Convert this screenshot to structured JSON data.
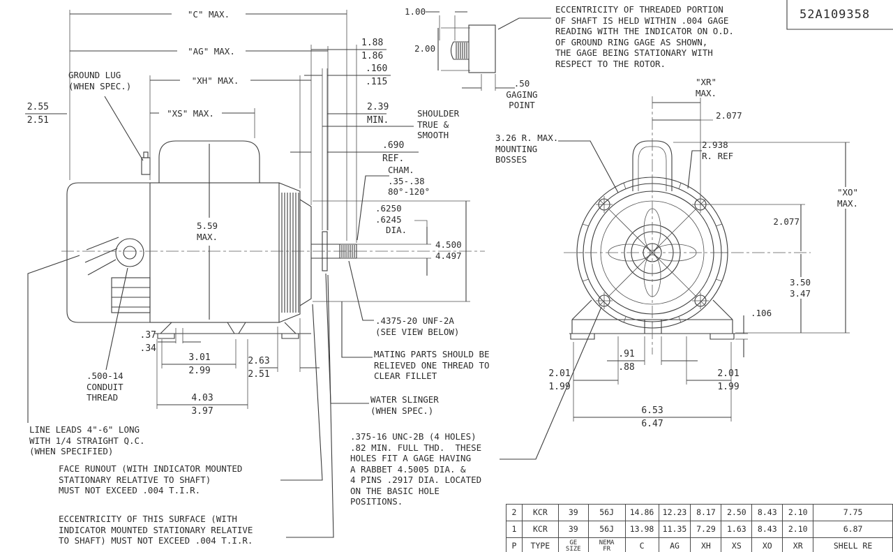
{
  "title_block": {
    "doc_number": "52A109358"
  },
  "labels": {
    "c_max": "\"C\" MAX.",
    "ag_max": "\"AG\" MAX.",
    "xh_max": "\"XH\" MAX.",
    "xs_max": "\"XS\" MAX.",
    "ground_lug": "GROUND LUG\n(WHEN SPEC.)",
    "dim_2_55": "2.55\n2.51",
    "dim_5_59": "5.59\nMAX.",
    "dim_1_88": "1.88\n1.86",
    "dim_160": ".160\n.115",
    "dim_2_39": "2.39\nMIN.",
    "shoulder": "SHOULDER\nTRUE &\nSMOOTH",
    "ref_690": ".690\nREF.",
    "cham": "CHAM.\n.35-.38\n80°-120°",
    "dia_6250": ".6250\n.6245\n  DIA.",
    "dim_4500": "4.500\n4.497",
    "unf_2a": ".4375-20 UNF-2A\n(SEE VIEW BELOW)",
    "mating": "MATING PARTS SHOULD BE\nRELIEVED ONE THREAD TO\nCLEAR FILLET",
    "water_slinger": "WATER SLINGER\n(WHEN SPEC.)",
    "dim_37": ".37\n.34",
    "dim_301": "3.01\n2.99",
    "dim_263": "2.63\n2.51",
    "conduit": ".500-14\nCONDUIT\nTHREAD",
    "dim_403": "4.03\n3.97",
    "line_leads": "LINE LEADS 4\"-6\" LONG\nWITH 1/4 STRAIGHT Q.C.\n(WHEN SPECIFIED)",
    "face_runout": "FACE RU­NOUT (WITH INDICATOR MOUNTED\nSTATIONARY RELATIVE TO SHAFT)\nMUST NOT EXCEED .004 T.I.R.",
    "ecc_surface": "ECCENTRICITY OF THIS SURFACE (WITH\nINDICATOR MOUNTED STATIONARY RELATIVE\nTO SHAFT) MUST NOT EXCEED .004 T.I.R.",
    "holes_note": ".375-16 UNC-2B (4 HOLES)\n.82 MIN. FULL THD.  THESE\nHOLES FIT A GAGE HAVING\nA RABBET 4.5005 DIA. &\n4 PINS .2917 DIA. LOCATED\nON THE BASIC HOLE\nPOSITIONS.",
    "det_1_00": "1.00",
    "det_2_00": "2.00",
    "det_50": ".50\nGAGING\nPOINT",
    "ecc_gage_note": "ECCENTRICITY OF THREADED PORTION\nOF SHAFT IS HELD WITHIN .004 GAGE\nREADING WITH THE INDICATOR ON O.D.\nOF GROUND RING GAGE AS SHOWN,\nTHE GAGE BEING STATIONARY WITH\nRESPECT TO THE ROTOR.",
    "xr_max": "\"XR\"\nMAX.",
    "dim_2077_top": "2.077",
    "boss_note": "3.26 R. MAX.\nMOUNTING\nBOSSES",
    "ref_2938": "2.938\nR. REF",
    "xo_max": "\"XO\"\nMAX.",
    "dim_2077_right": "2.077",
    "dim_350": "3.50\n3.47",
    "dim_106": ".106",
    "dim_91": ".91\n.88",
    "dim_201_left": "2.01\n1.99",
    "dim_201_right": "2.01\n1.99",
    "dim_653": "6.53\n6.47"
  },
  "table": {
    "rows": [
      [
        "2",
        "KCR",
        "39",
        "56J",
        "14.86",
        "12.23",
        "8.17",
        "2.50",
        "8.43",
        "2.10",
        "7.75"
      ],
      [
        "1",
        "KCR",
        "39",
        "56J",
        "13.98",
        "11.35",
        "7.29",
        "1.63",
        "8.43",
        "2.10",
        "6.87"
      ],
      [
        "P",
        "TYPE",
        "GE\nSIZE",
        "NEMA\nFR",
        "C",
        "AG",
        "XH",
        "XS",
        "XO",
        "XR",
        "SHELL RE"
      ]
    ]
  }
}
